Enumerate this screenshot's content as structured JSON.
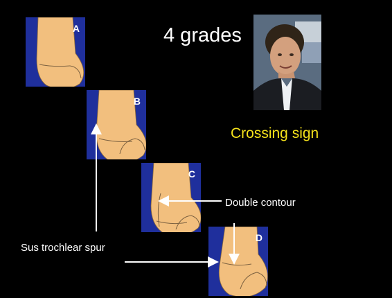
{
  "slide": {
    "title": "4 grades",
    "crossing_sign": "Crossing sign",
    "panels": [
      {
        "label": "A"
      },
      {
        "label": "B"
      },
      {
        "label": "C"
      },
      {
        "label": "D"
      }
    ],
    "annotations": {
      "double_contour": "Double contour",
      "sus_trochlear_spur": "Sus trochlear spur"
    },
    "colors": {
      "background": "#000000",
      "panel_blue": "#1f2f9c",
      "bone": "#f2bf7e",
      "title_text": "#ffffff",
      "highlight_text": "#f5e21b"
    }
  }
}
